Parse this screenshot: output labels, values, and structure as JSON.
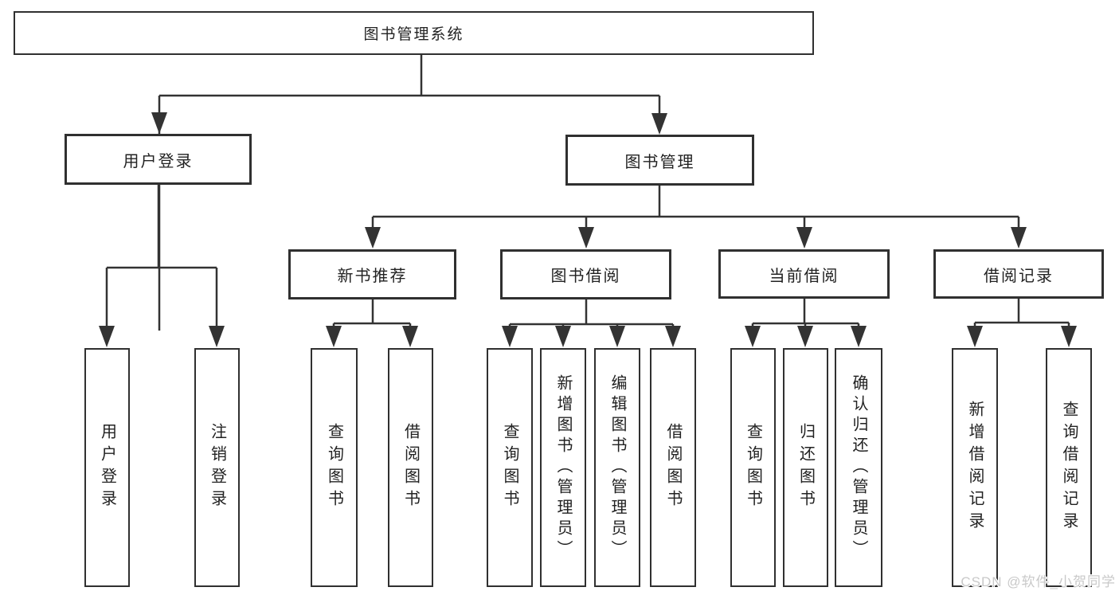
{
  "diagram": {
    "type": "hierarchy-flowchart",
    "accent_colors": {
      "line": "#333333",
      "box_border": "#303030",
      "box_fill": "#ffffff",
      "text": "#222222"
    },
    "nodes": {
      "root": {
        "label": "图书管理系统"
      },
      "user_login_branch": {
        "label": "用户登录"
      },
      "book_management": {
        "label": "图书管理"
      },
      "new_book_recommend": {
        "label": "新书推荐"
      },
      "book_borrowing": {
        "label": "图书借阅"
      },
      "current_borrowing": {
        "label": "当前借阅"
      },
      "borrowing_records": {
        "label": "借阅记录"
      },
      "leaves": {
        "user_login": {
          "label": "用户登录"
        },
        "logout": {
          "label": "注销登录"
        },
        "nb_query_books": {
          "label": "查询图书"
        },
        "nb_borrow_books": {
          "label": "借阅图书"
        },
        "bb_query_books": {
          "label": "查询图书"
        },
        "bb_add_books": {
          "label": "新增图书（管理员）"
        },
        "bb_edit_books": {
          "label": "编辑图书（管理员）"
        },
        "bb_borrow_books": {
          "label": "借阅图书"
        },
        "cb_query_books": {
          "label": "查询图书"
        },
        "cb_return_books": {
          "label": "归还图书"
        },
        "cb_confirm_return": {
          "label": "确认归还（管理员）"
        },
        "br_add_record": {
          "label": "新增借阅记录"
        },
        "br_query_record": {
          "label": "查询借阅记录"
        }
      }
    }
  },
  "watermark": {
    "text": "CSDN @软件_小贺同学"
  }
}
